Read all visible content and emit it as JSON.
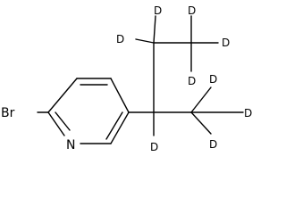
{
  "molecule": {
    "atom_labels": {
      "bromine": "Br",
      "nitrogen": "N",
      "deuterium": "D"
    },
    "colors": {
      "bond": "#000000",
      "label": "#000000",
      "background": "#ffffff"
    }
  }
}
